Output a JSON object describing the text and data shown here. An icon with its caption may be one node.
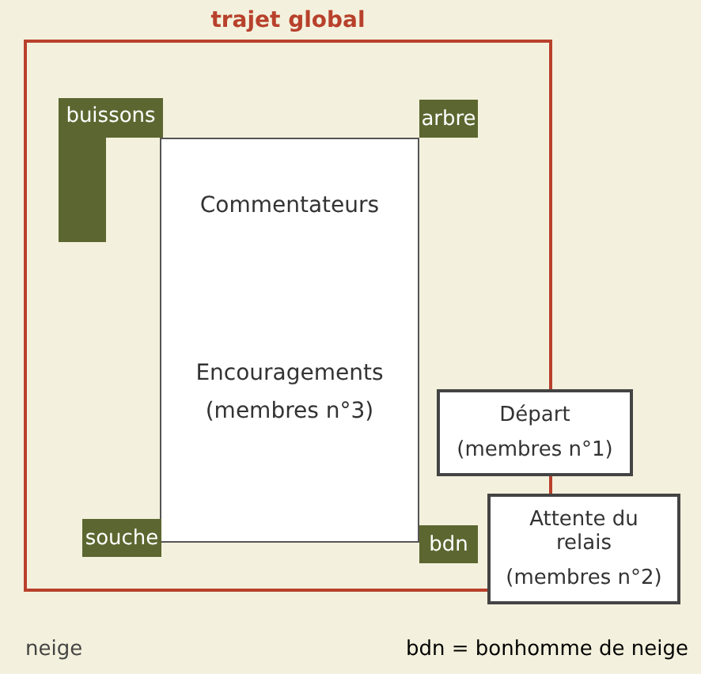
{
  "diagram": {
    "nodes": [
      {
        "text": [
          "trajet global"
        ]
      },
      {
        "text": [
          "buissons"
        ],
        "in": 0
      },
      {
        "text": [
          "arbre"
        ],
        "in": 0
      },
      {
        "text": [
          "Commentateurs",
          "Encouragements (membres n°3)"
        ],
        "in": 0
      },
      {
        "text": [
          "souche"
        ],
        "in": 0
      },
      {
        "text": [
          "bdn"
        ],
        "in": 0
      },
      {
        "text": [
          "Départ",
          "(membres n°1)"
        ]
      },
      {
        "text": [
          "Attente du relais",
          "(membres n°2)"
        ]
      }
    ],
    "labels": [
      "neige",
      "bdn = bonhomme de neige"
    ]
  }
}
